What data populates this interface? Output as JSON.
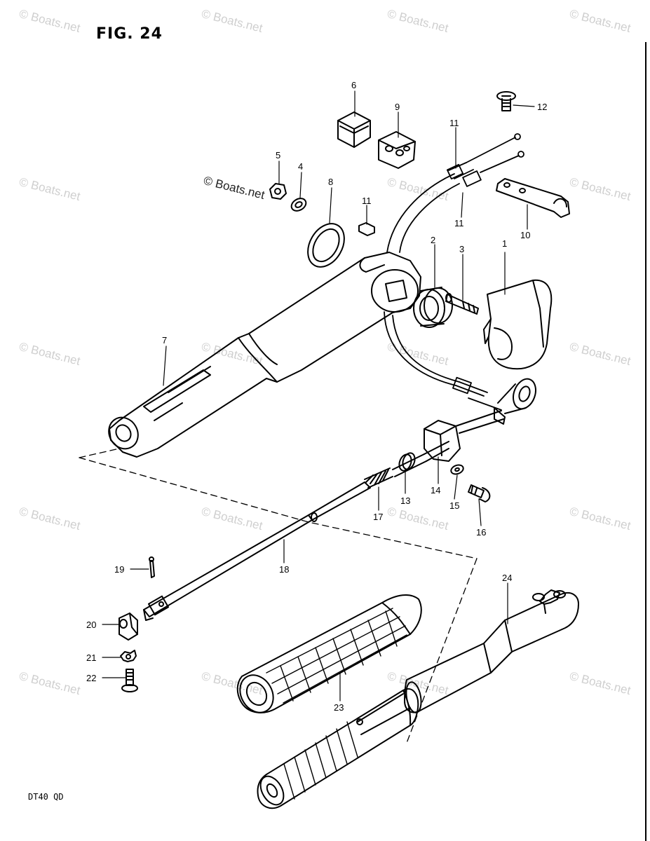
{
  "figure": {
    "title": "FIG. 24",
    "model_code": "DT40 QD"
  },
  "watermark": {
    "text": "© Boats.net"
  },
  "callouts": [
    {
      "id": "c1",
      "label": "1"
    },
    {
      "id": "c2",
      "label": "2"
    },
    {
      "id": "c3",
      "label": "3"
    },
    {
      "id": "c4",
      "label": "4"
    },
    {
      "id": "c5",
      "label": "5"
    },
    {
      "id": "c6",
      "label": "6"
    },
    {
      "id": "c7",
      "label": "7"
    },
    {
      "id": "c8",
      "label": "8"
    },
    {
      "id": "c9",
      "label": "9"
    },
    {
      "id": "c10",
      "label": "10"
    },
    {
      "id": "c11a",
      "label": "11"
    },
    {
      "id": "c11b",
      "label": "11"
    },
    {
      "id": "c11c",
      "label": "11"
    },
    {
      "id": "c12",
      "label": "12"
    },
    {
      "id": "c13",
      "label": "13"
    },
    {
      "id": "c14",
      "label": "14"
    },
    {
      "id": "c15",
      "label": "15"
    },
    {
      "id": "c16",
      "label": "16"
    },
    {
      "id": "c17",
      "label": "17"
    },
    {
      "id": "c18",
      "label": "18"
    },
    {
      "id": "c19",
      "label": "19"
    },
    {
      "id": "c20",
      "label": "20"
    },
    {
      "id": "c21",
      "label": "21"
    },
    {
      "id": "c22",
      "label": "22"
    },
    {
      "id": "c23",
      "label": "23"
    },
    {
      "id": "c24",
      "label": "24"
    }
  ]
}
